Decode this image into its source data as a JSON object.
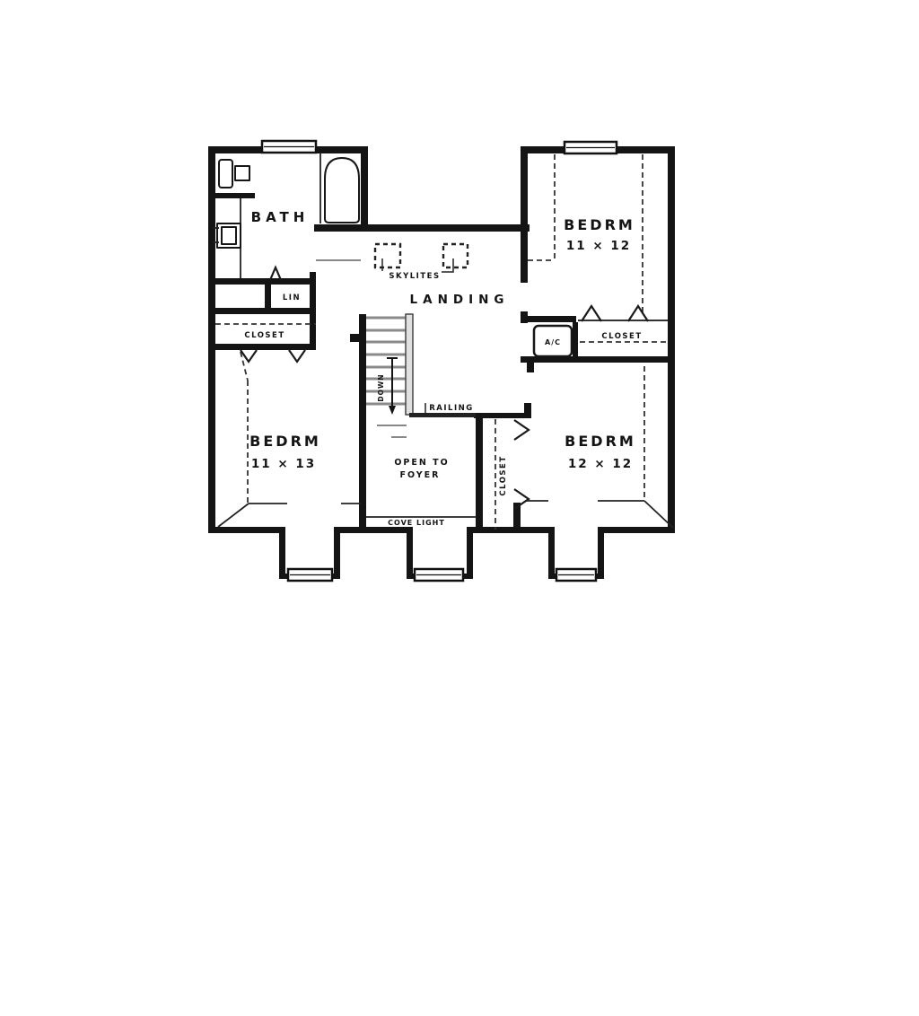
{
  "plan": {
    "title": "second-floor-plan",
    "labels": {
      "bath": "BATH",
      "lin": "LIN",
      "closet_left": "CLOSET",
      "closet_right_top": "CLOSET",
      "closet_bottom_right": "CLOSET",
      "landing": "LANDING",
      "skylites": "SKYLITES",
      "bedrm_top_right": {
        "name": "BEDRM",
        "dims": "11 × 12"
      },
      "bedrm_left": {
        "name": "BEDRM",
        "dims": "11 × 13"
      },
      "bedrm_bottom_right": {
        "name": "BEDRM",
        "dims": "12 × 12"
      },
      "open_to_foyer_line1": "OPEN TO",
      "open_to_foyer_line2": "FOYER",
      "cove_light": "COVE LIGHT",
      "railing": "RAILING",
      "down": "DOWN",
      "ac": "A/C"
    },
    "colors": {
      "wall": "#141414",
      "background": "#ffffff",
      "stair_tread": "#8a8a8a",
      "railing_fill": "#e0e0e0"
    }
  }
}
